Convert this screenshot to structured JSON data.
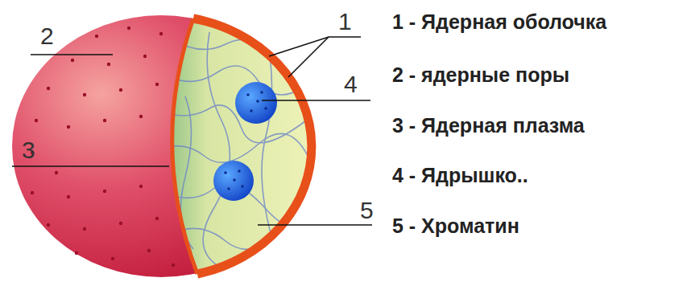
{
  "diagram": {
    "labels": [
      "1",
      "2",
      "3",
      "4",
      "5",
      "1 - Ядерная оболочка",
      "2 - ядерные поры",
      "3 - Ядерная плазма",
      "4 - Ядрышко..",
      "5 - Хроматин"
    ]
  }
}
